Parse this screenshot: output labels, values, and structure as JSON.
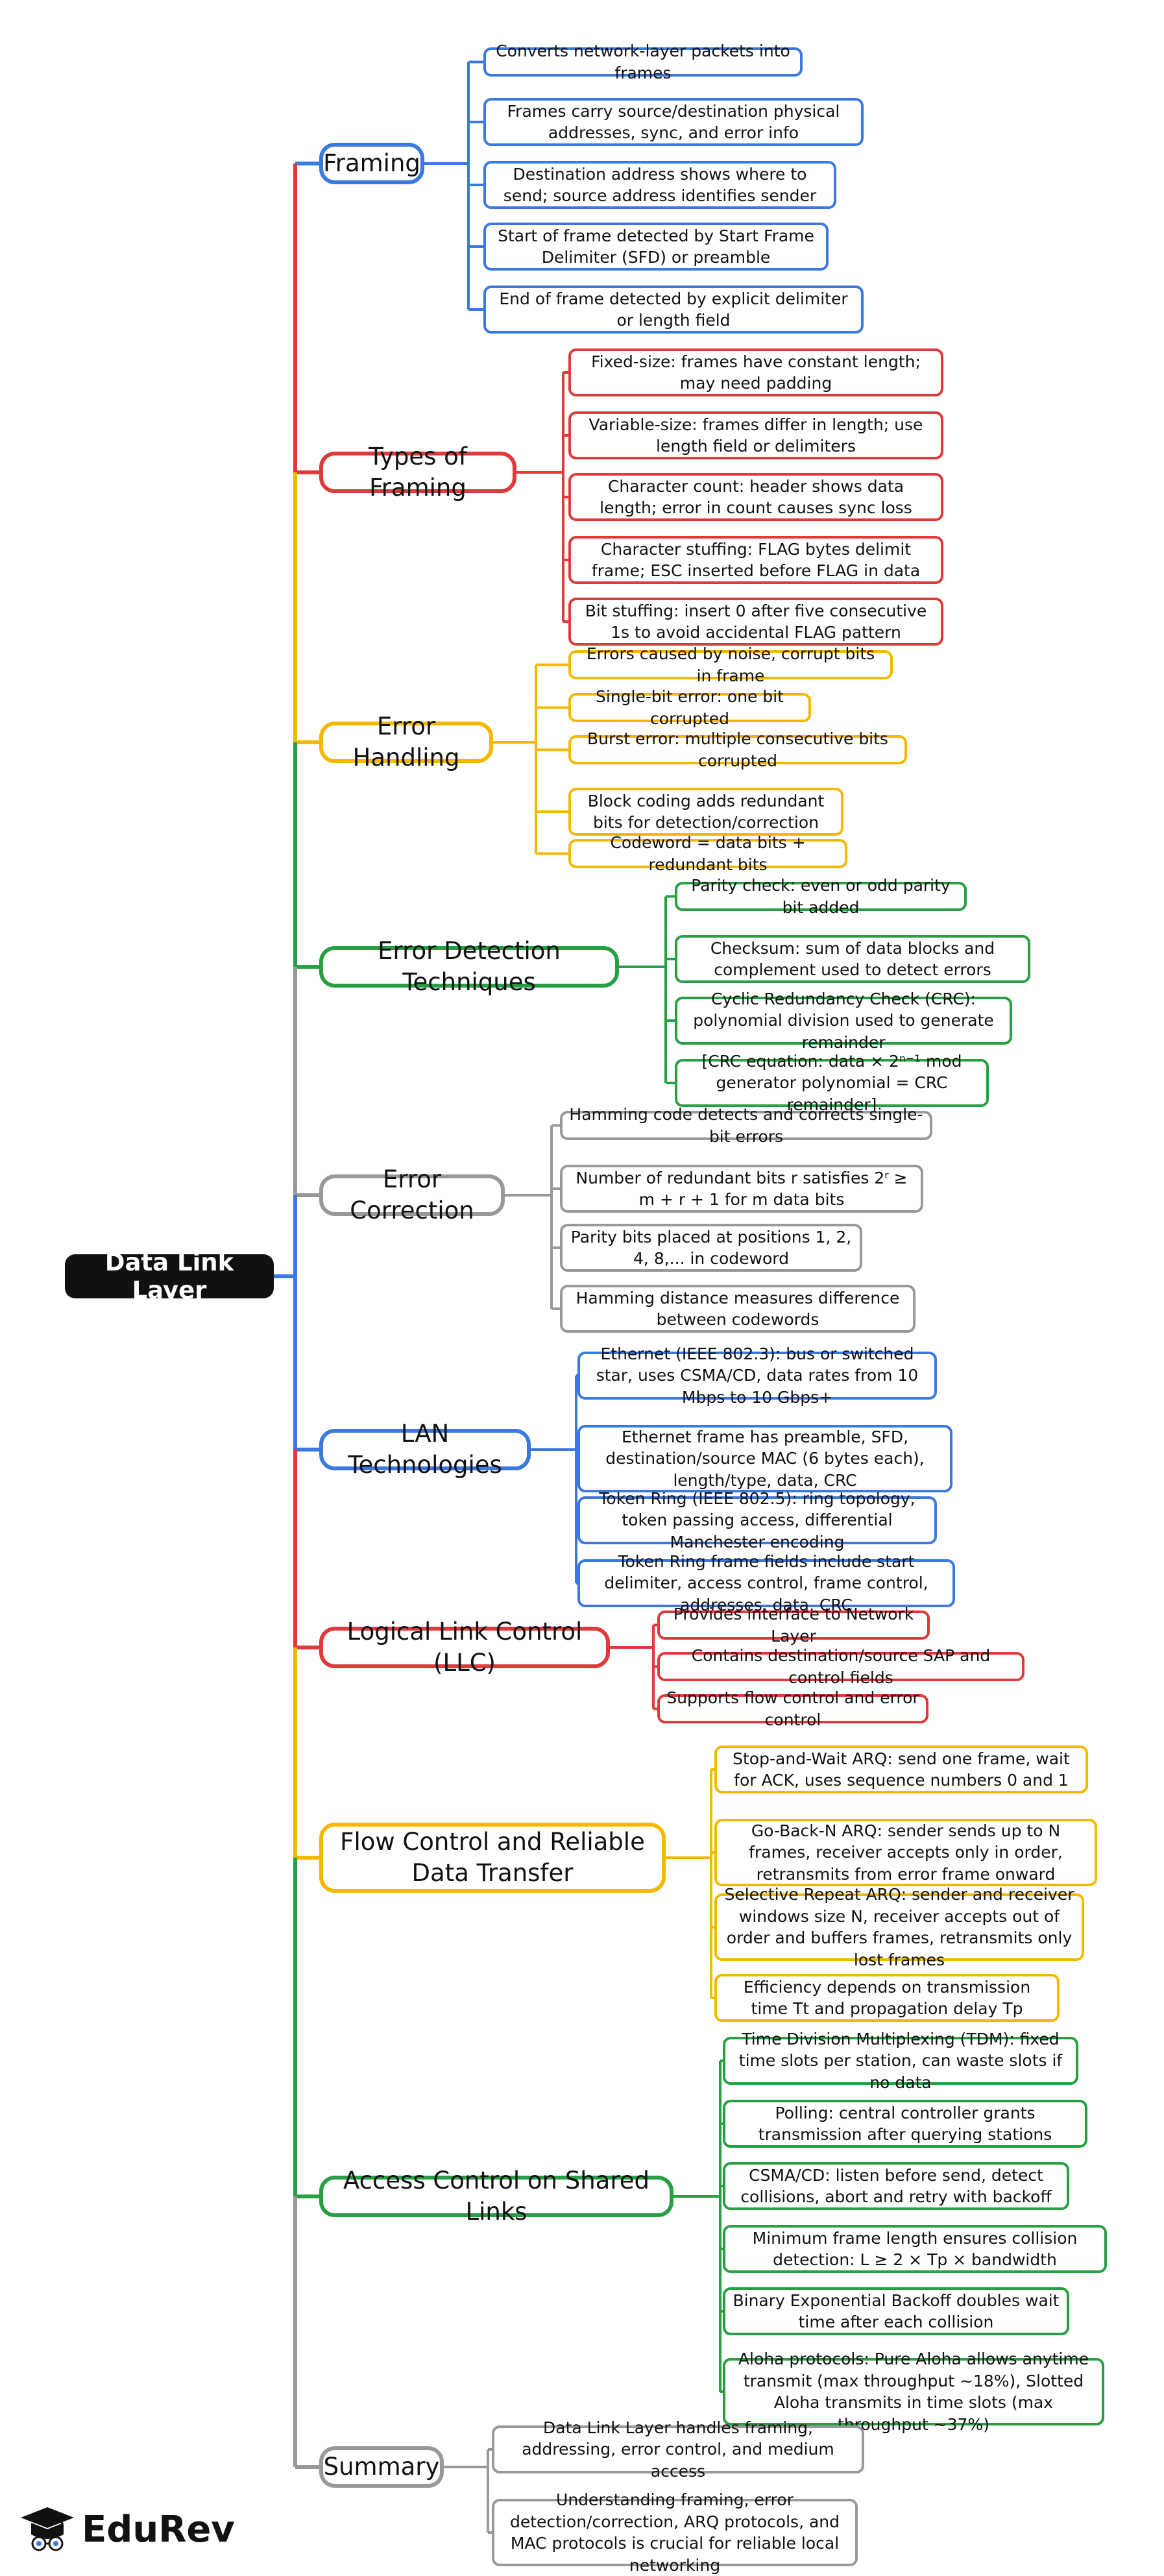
{
  "root": "Data Link Layer",
  "colors": {
    "blue": "#3b78e0",
    "red": "#e0393a",
    "yellow": "#f5b800",
    "green": "#27a043",
    "gray": "#999999"
  },
  "logo_text": "EduRev",
  "branches": [
    {
      "label": "Framing",
      "color": "blue",
      "leaves": [
        "Converts network-layer packets into frames",
        "Frames carry source/destination physical addresses, sync, and error info",
        "Destination address shows where to send; source address identifies sender",
        "Start of frame detected by Start Frame Delimiter (SFD) or preamble",
        "End of frame detected by explicit delimiter or length field"
      ]
    },
    {
      "label": "Types of Framing",
      "color": "red",
      "leaves": [
        "Fixed-size: frames have constant length; may need padding",
        "Variable-size: frames differ in length; use length field or delimiters",
        "Character count: header shows data length; error in count causes sync loss",
        "Character stuffing: FLAG bytes delimit frame; ESC inserted before FLAG in data",
        "Bit stuffing: insert 0 after five consecutive 1s to avoid accidental FLAG pattern"
      ]
    },
    {
      "label": "Error Handling",
      "color": "yellow",
      "leaves": [
        "Errors caused by noise, corrupt bits in frame",
        "Single-bit error: one bit corrupted",
        "Burst error: multiple consecutive bits corrupted",
        "Block coding adds redundant bits for detection/correction",
        "Codeword = data bits + redundant bits"
      ]
    },
    {
      "label": "Error Detection Techniques",
      "color": "green",
      "leaves": [
        "Parity check: even or odd parity bit added",
        "Checksum: sum of data blocks and complement used to detect errors",
        "Cyclic Redundancy Check (CRC): polynomial division used to generate remainder",
        "[CRC equation: data × 2ⁿ⁻¹ mod generator polynomial = CRC remainder]"
      ]
    },
    {
      "label": "Error Correction",
      "color": "gray",
      "leaves": [
        "Hamming code detects and corrects single-bit errors",
        "Number of redundant bits r satisfies 2ʳ ≥ m + r + 1 for m data bits",
        "Parity bits placed at positions 1, 2, 4, 8,... in codeword",
        "Hamming distance measures difference between codewords"
      ]
    },
    {
      "label": "LAN Technologies",
      "color": "blue",
      "leaves": [
        "Ethernet (IEEE 802.3): bus or switched star, uses CSMA/CD, data rates from 10 Mbps to 10 Gbps+",
        "Ethernet frame has preamble, SFD, destination/source MAC (6 bytes each), length/type, data, CRC",
        "Token Ring (IEEE 802.5): ring topology, token passing access, differential Manchester encoding",
        "Token Ring frame fields include start delimiter, access control, frame control, addresses, data, CRC"
      ]
    },
    {
      "label": "Logical Link Control (LLC)",
      "color": "red",
      "leaves": [
        "Provides interface to Network Layer",
        "Contains destination/source SAP and control fields",
        "Supports flow control and error control"
      ]
    },
    {
      "label": "Flow Control and Reliable Data Transfer",
      "color": "yellow",
      "leaves": [
        "Stop-and-Wait ARQ: send one frame, wait for ACK, uses sequence numbers 0 and 1",
        "Go-Back-N ARQ: sender sends up to N frames, receiver accepts only in order, retransmits from error frame onward",
        "Selective Repeat ARQ: sender and receiver windows size N, receiver accepts out of order and buffers frames, retransmits only lost frames",
        "Efficiency depends on transmission time Tt and propagation delay Tp"
      ]
    },
    {
      "label": "Access Control on Shared Links",
      "color": "green",
      "leaves": [
        "Time Division Multiplexing (TDM): fixed time slots per station, can waste slots if no data",
        "Polling: central controller grants transmission after querying stations",
        "CSMA/CD: listen before send, detect collisions, abort and retry with backoff",
        "Minimum frame length ensures collision detection: L ≥ 2 × Tp × bandwidth",
        "Binary Exponential Backoff doubles wait time after each collision",
        "Aloha protocols: Pure Aloha allows anytime transmit (max throughput ~18%), Slotted Aloha transmits in time slots (max throughput ~37%)"
      ]
    },
    {
      "label": "Summary",
      "color": "gray",
      "leaves": [
        "Data Link Layer handles framing, addressing, error control, and medium access",
        "Understanding framing, error detection/correction, ARQ protocols, and MAC protocols is crucial for reliable local networking"
      ]
    }
  ]
}
